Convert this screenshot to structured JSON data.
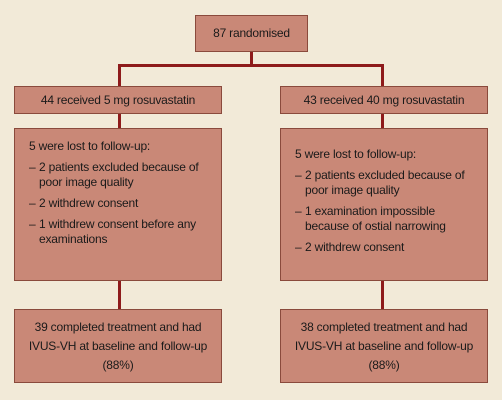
{
  "top": {
    "text": "87 randomised"
  },
  "left": {
    "arm": "44 received 5 mg rosuvastatin",
    "lost_title": "5 were lost to follow-up:",
    "lost_items": [
      "2 patients excluded because of poor image quality",
      "2 withdrew consent",
      "1 withdrew consent before any examinations"
    ],
    "completed_line1": "39 completed treatment and had",
    "completed_line2": "IVUS-VH at baseline and follow-up",
    "completed_pct": "(88%)"
  },
  "right": {
    "arm": "43 received 40 mg rosuvastatin",
    "lost_title": "5 were lost to follow-up:",
    "lost_items": [
      "2 patients excluded because of poor image quality",
      "1 examination impossible because of ostial narrowing",
      "2 withdrew consent"
    ],
    "completed_line1": "38 completed treatment and had",
    "completed_line2": "IVUS-VH at baseline and follow-up",
    "completed_pct": "(88%)"
  },
  "colors": {
    "box_fill": "#c98877",
    "connector": "#8e1b1b",
    "background": "#f2ead8"
  }
}
